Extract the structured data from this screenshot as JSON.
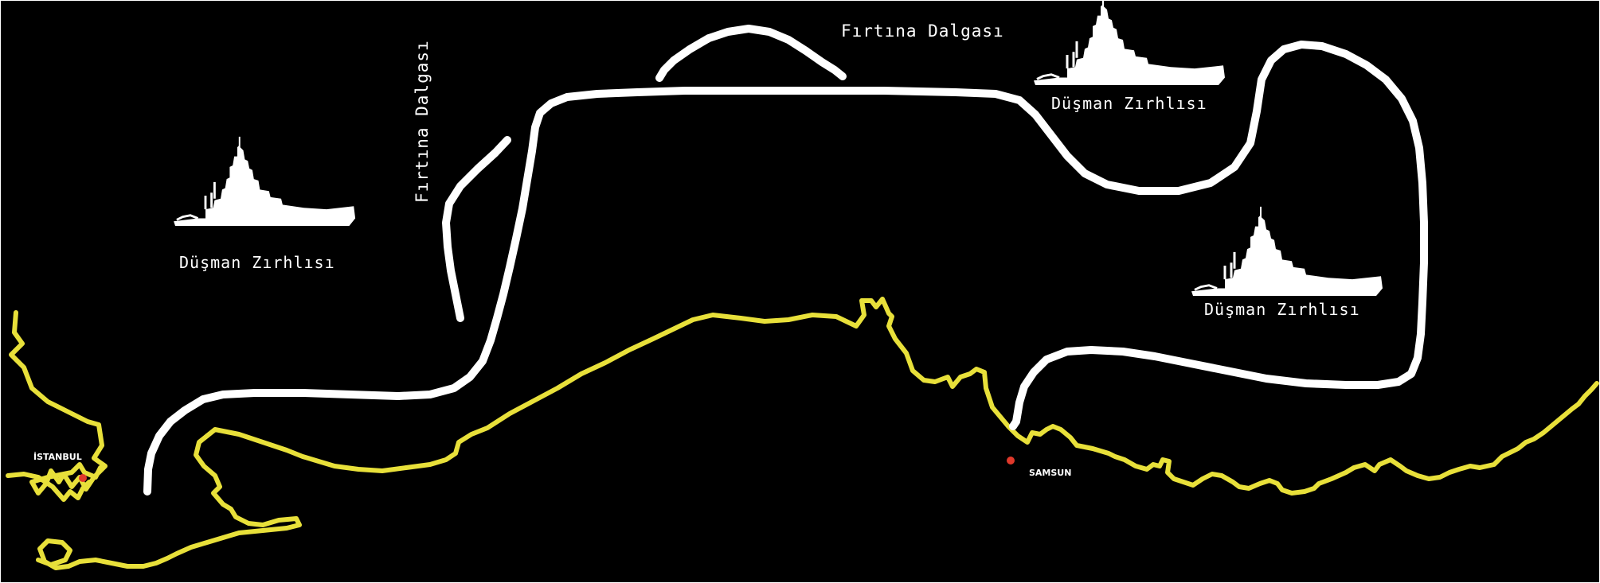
{
  "map": {
    "labels": {
      "storm_wave_top": "Fırtına Dalgası",
      "storm_wave_left": "Fırtına Dalgası",
      "enemy_ship_left": "Düşman Zırhlısı",
      "enemy_ship_top_right": "Düşman Zırhlısı",
      "enemy_ship_right": "Düşman Zırhlısı",
      "city_istanbul": "İSTANBUL",
      "city_samsun": "SAMSUN"
    },
    "colors": {
      "background": "#000000",
      "coastline": "#e8e03a",
      "route": "#ffffff",
      "city_marker": "#e0392b",
      "ship": "#ffffff"
    }
  }
}
